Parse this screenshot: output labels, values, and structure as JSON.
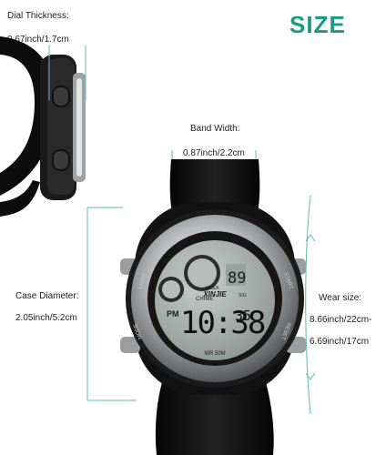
{
  "title": "SIZE",
  "dimensions": {
    "dial_thickness": {
      "label": "Dial Thickness:",
      "value": "0.67inch/1.7cm"
    },
    "band_width": {
      "label": "Band Width:",
      "value": "0.87inch/2.2cm"
    },
    "case_diameter": {
      "label": "Case Diameter:",
      "value": "2.05inch/5.2cm"
    },
    "wear_size": {
      "label": "Wear size:",
      "value_max": "8.66inch/22cm-",
      "value_min": "6.69inch/17cm"
    }
  },
  "watch": {
    "brand": "XINJIE",
    "time_main": "10:38",
    "time_seconds": "35",
    "top_digits": "89",
    "am_pm": "PM",
    "chime_label": "CHIME",
    "sig_label": "SIG",
    "week_label": "WEEK",
    "water_resistance": "WR 50M",
    "buttons": {
      "light": "LIGHT",
      "mode": "MODE",
      "start": "START",
      "reset": "RESET"
    }
  },
  "colors": {
    "accent": "#1a9a86",
    "guide_line": "#5fb8ae",
    "strap": "#0c0c0c",
    "bezel": "#b9bcbf",
    "lcd": "#aeb4b2"
  }
}
